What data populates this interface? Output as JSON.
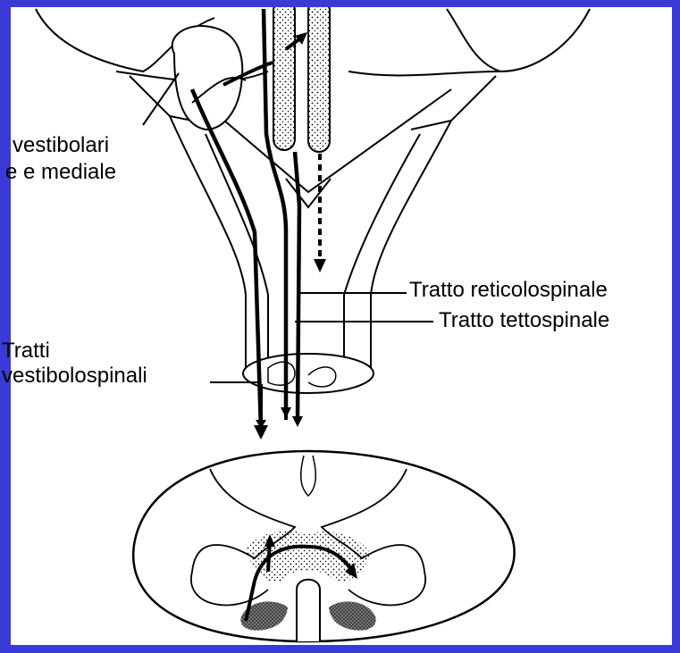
{
  "colors": {
    "frame": "#3a3ad6",
    "ink": "#000000",
    "paper": "#ffffff"
  },
  "labels": {
    "vestibular_nuclei_line1": "vestibolari",
    "vestibular_nuclei_line2": "e e mediale",
    "reticulospinal": "Tratto reticolospinale",
    "tectospinal": "Tratto tettospinale",
    "vestibulospinal_line1": "Tratti",
    "vestibulospinal_line2": "vestibolospinali"
  }
}
